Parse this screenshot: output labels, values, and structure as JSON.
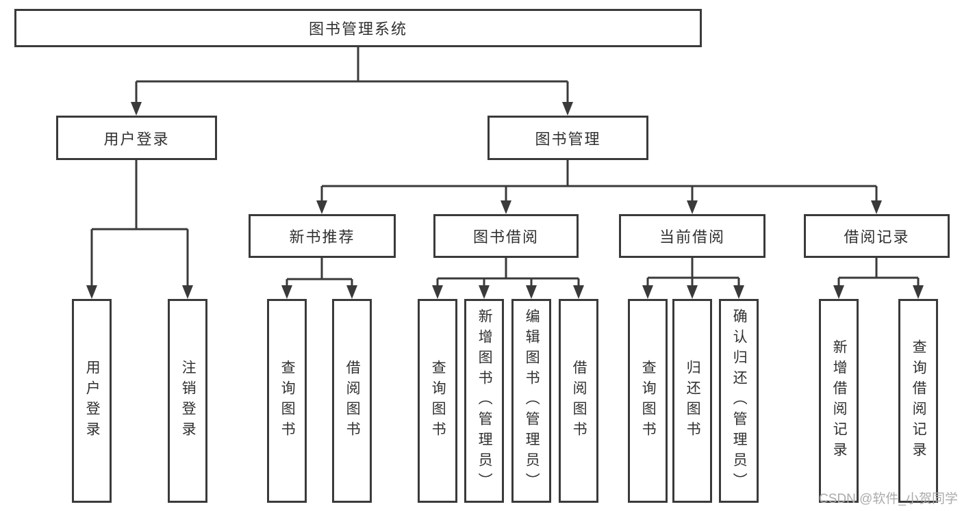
{
  "title": "图书管理系统",
  "tree": {
    "label": "图书管理系统",
    "children": [
      {
        "label": "用户登录",
        "children": [
          {
            "label": "用户登录"
          },
          {
            "label": "注销登录"
          }
        ]
      },
      {
        "label": "图书管理",
        "children": [
          {
            "label": "新书推荐",
            "children": [
              {
                "label": "查询图书"
              },
              {
                "label": "借阅图书"
              }
            ]
          },
          {
            "label": "图书借阅",
            "children": [
              {
                "label": "查询图书"
              },
              {
                "label": "新增图书（管理员）"
              },
              {
                "label": "编辑图书（管理员）"
              },
              {
                "label": "借阅图书"
              }
            ]
          },
          {
            "label": "当前借阅",
            "children": [
              {
                "label": "查询图书"
              },
              {
                "label": "归还图书"
              },
              {
                "label": "确认归还（管理员）"
              }
            ]
          },
          {
            "label": "借阅记录",
            "children": [
              {
                "label": "新增借阅记录"
              },
              {
                "label": "查询借阅记录"
              }
            ]
          }
        ]
      }
    ]
  },
  "watermark": {
    "text": "CSDN @软件_小贺同学"
  },
  "colors": {
    "line": "#3a3a3a",
    "text": "#303030",
    "watermark": "#ababab",
    "background": "#ffffff"
  }
}
